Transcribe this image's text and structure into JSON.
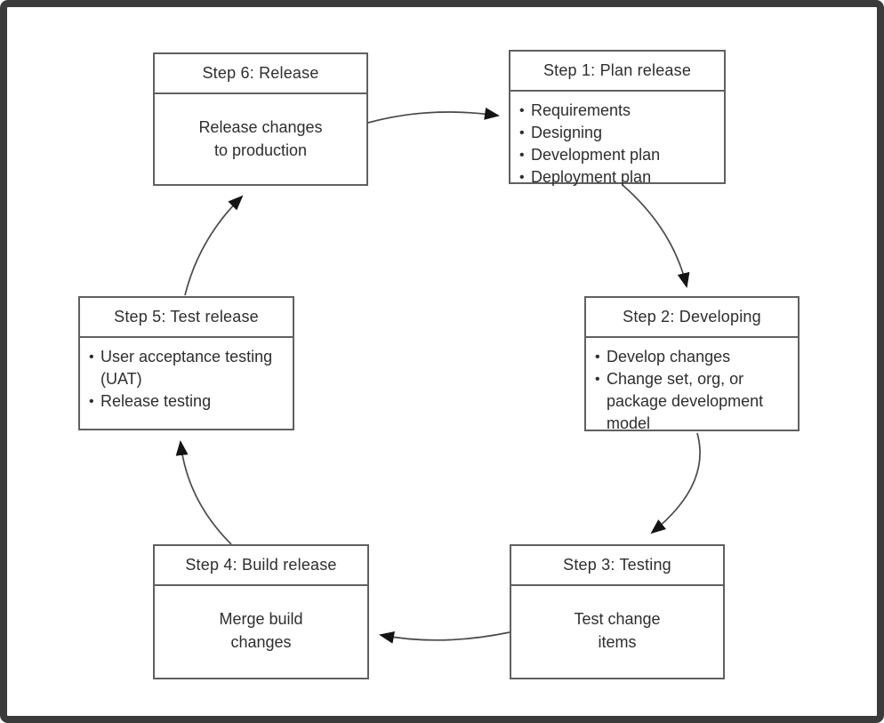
{
  "colors": {
    "frame": "#3b3b3b",
    "box-border": "#606060",
    "text": "#2e2e2e",
    "arrow": "#4a4a4a",
    "arrowhead": "#141414",
    "background": "#ffffff"
  },
  "glyphs": {
    "bullet": "•"
  },
  "diagram": {
    "type": "cycle-flowchart",
    "boxes": [
      {
        "id": "step1",
        "title": "Step 1: Plan release",
        "bullets": [
          "Requirements",
          "Designing",
          "Development plan",
          "Deployment plan"
        ]
      },
      {
        "id": "step2",
        "title": "Step 2: Developing",
        "bullets": [
          "Develop changes",
          "Change set, org, or package development model"
        ]
      },
      {
        "id": "step3",
        "title": "Step 3: Testing",
        "body_lines": [
          "Test change",
          "items"
        ]
      },
      {
        "id": "step4",
        "title": "Step 4: Build release",
        "body_lines": [
          "Merge build",
          "changes"
        ]
      },
      {
        "id": "step5",
        "title": "Step 5: Test release",
        "bullets": [
          "User acceptance testing (UAT)",
          "Release testing"
        ]
      },
      {
        "id": "step6",
        "title": "Step 6: Release",
        "body_lines": [
          "Release changes",
          "to production"
        ]
      }
    ],
    "arrows": [
      {
        "from": "step6",
        "to": "step1"
      },
      {
        "from": "step1",
        "to": "step2"
      },
      {
        "from": "step2",
        "to": "step3"
      },
      {
        "from": "step3",
        "to": "step4"
      },
      {
        "from": "step4",
        "to": "step5"
      },
      {
        "from": "step5",
        "to": "step6"
      }
    ]
  }
}
